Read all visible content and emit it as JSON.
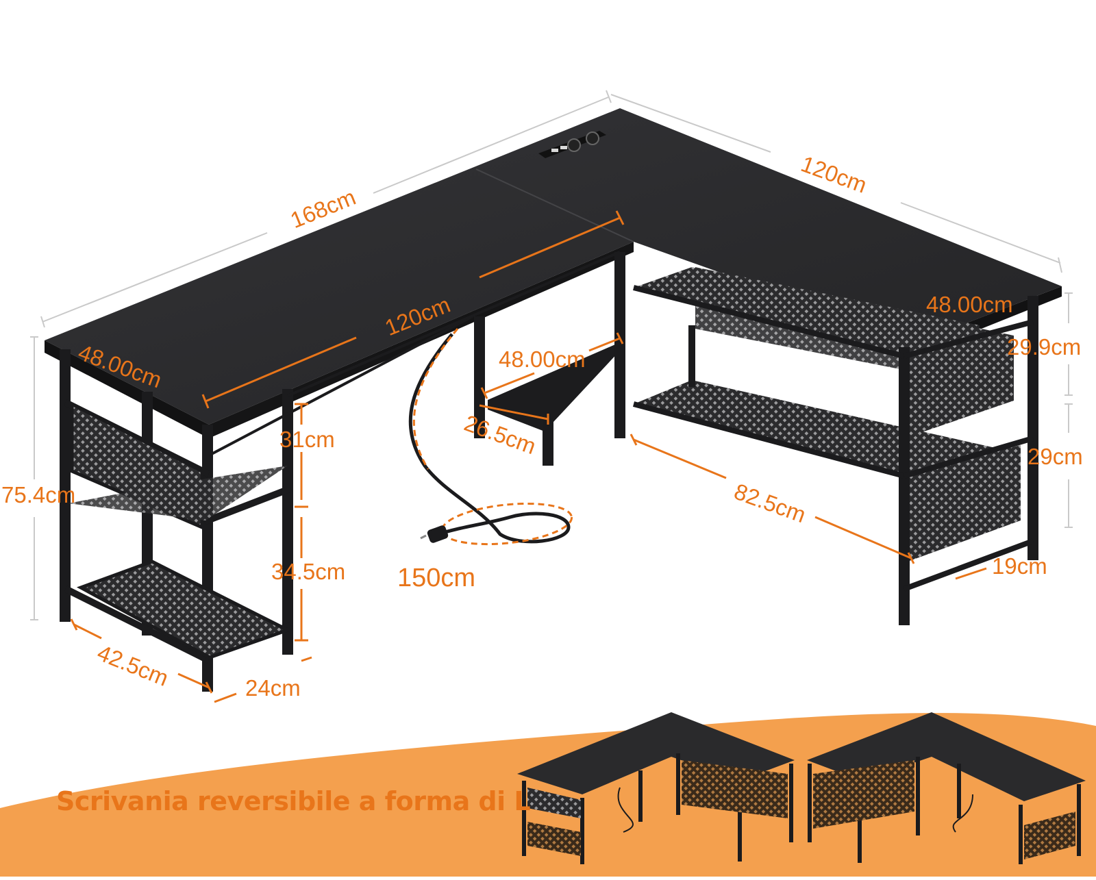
{
  "product": {
    "colors": {
      "accent": "#e8751a",
      "desk_top": "#2a2a2c",
      "frame": "#1b1b1d",
      "banner": "#f4a04e",
      "dimension_line": "#c9c9c9"
    },
    "dimensions": {
      "total_length": "168cm",
      "side_length": "120cm",
      "front_length": "120cm",
      "side_depth": "48.00cm",
      "front_depth": "48.00cm",
      "inner_depth": "48.00cm",
      "height": "75.4cm",
      "left_upper_shelf": "31cm",
      "left_lower_shelf": "34.5cm",
      "left_width": "42.5cm",
      "left_shelf_depth": "24cm",
      "cpu_stand_depth": "26.5cm",
      "cable_length": "150cm",
      "right_upper_shelf": "29.9cm",
      "right_lower_shelf": "29cm",
      "right_shelf_length": "82.5cm",
      "right_shelf_depth": "19cm"
    },
    "tagline": "Scrivania reversibile a forma di L",
    "icons": [
      "power-socket-icon",
      "usb-port-icon",
      "power-plug-icon"
    ]
  }
}
